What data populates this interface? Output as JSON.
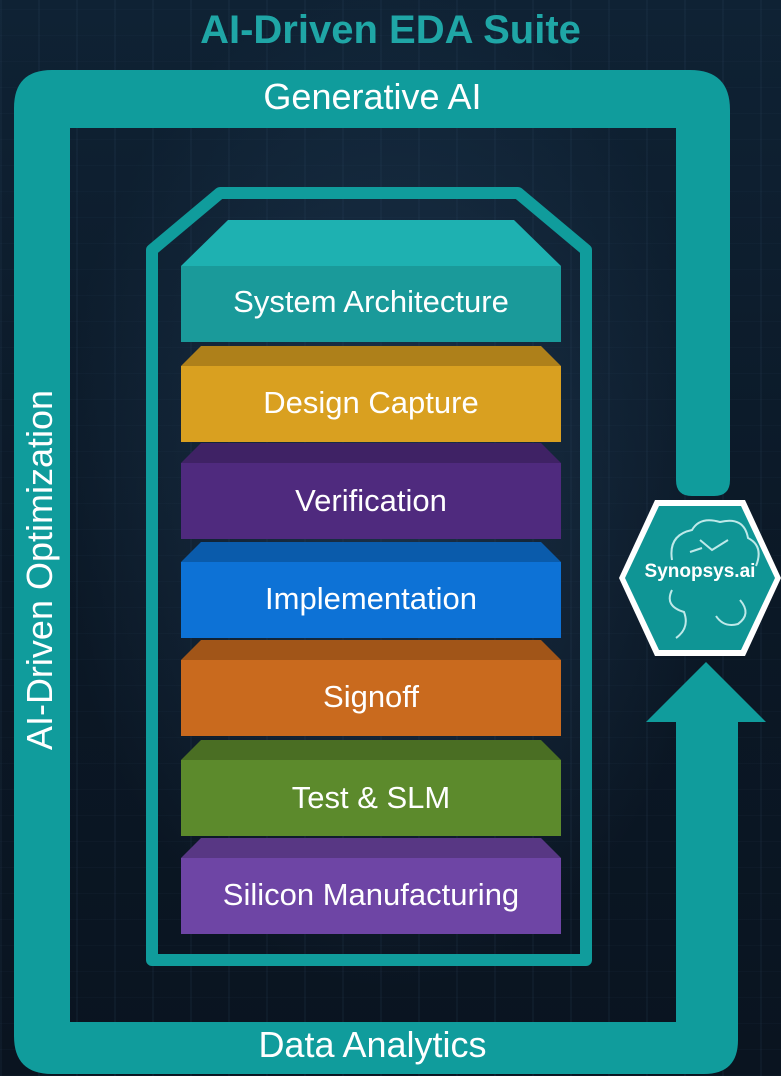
{
  "diagram": {
    "title": "AI-Driven EDA Suite",
    "frame": {
      "top_label": "Generative AI",
      "bottom_label": "Data Analytics",
      "left_label": "AI-Driven Optimization"
    },
    "badge": {
      "label": "Synopsys.ai",
      "icon": "brain-icon"
    },
    "layers": [
      {
        "label": "System Architecture",
        "color": "#1a9a9a"
      },
      {
        "label": "Design Capture",
        "color": "#d9a020"
      },
      {
        "label": "Verification",
        "color": "#4f2a7e"
      },
      {
        "label": "Implementation",
        "color": "#0d72d6"
      },
      {
        "label": "Signoff",
        "color": "#c96a1e"
      },
      {
        "label": "Test & SLM",
        "color": "#5c8a2c"
      },
      {
        "label": "Silicon Manufacturing",
        "color": "#6e45a5"
      }
    ],
    "colors": {
      "frame": "#109c9c",
      "title": "#1fa6a6"
    }
  }
}
